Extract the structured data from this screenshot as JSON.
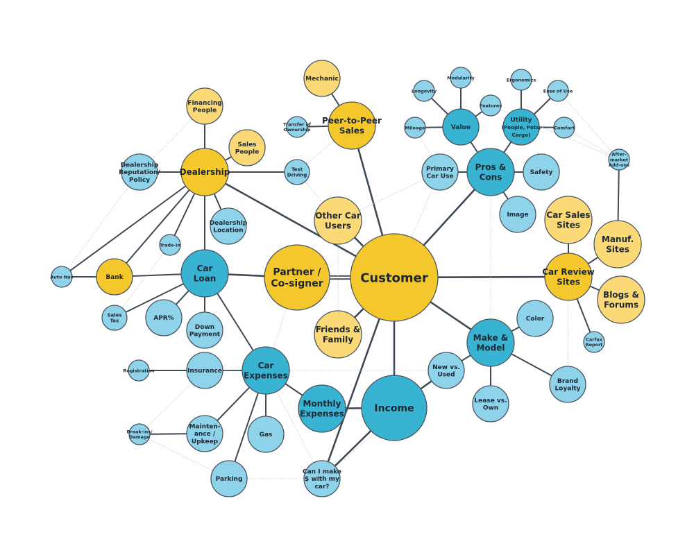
{
  "colors": {
    "yellow_dark": "#f4c72c",
    "yellow_light": "#fcd977",
    "blue_dark": "#39b3d2",
    "blue_light": "#8fd3ea",
    "edge": "#3e4954",
    "edge_dotted": "#b8bec4"
  },
  "nodes": [
    {
      "id": "customer",
      "text": [
        "Customer"
      ],
      "fill": "yellow_dark",
      "size": "xl"
    },
    {
      "id": "income",
      "text": [
        "Income"
      ],
      "fill": "blue_dark",
      "size": "l"
    },
    {
      "id": "partner",
      "text": [
        "Partner /",
        "Co-signer"
      ],
      "fill": "yellow_dark",
      "size": "l"
    },
    {
      "id": "dealership",
      "text": [
        "Dealership"
      ],
      "fill": "yellow_dark",
      "size": "m"
    },
    {
      "id": "bank",
      "text": [
        "Bank"
      ],
      "fill": "yellow_dark",
      "size": "s"
    },
    {
      "id": "autonav",
      "text": [
        "Auto Nav"
      ],
      "fill": "blue_light",
      "size": "xxs"
    },
    {
      "id": "carloan",
      "text": [
        "Car",
        "Loan"
      ],
      "fill": "blue_dark",
      "size": "m"
    },
    {
      "id": "tradein",
      "text": [
        "Trade-In"
      ],
      "fill": "blue_light",
      "size": "xxs"
    },
    {
      "id": "salestax",
      "text": [
        "Sales",
        "Tax"
      ],
      "fill": "blue_light",
      "size": "xs"
    },
    {
      "id": "apr",
      "text": [
        "APR%"
      ],
      "fill": "blue_light",
      "size": "s"
    },
    {
      "id": "downpay",
      "text": [
        "Down",
        "Payment"
      ],
      "fill": "blue_light",
      "size": "s"
    },
    {
      "id": "dealrep",
      "text": [
        "Dealership",
        "Reputation/",
        "Policy"
      ],
      "fill": "blue_light",
      "size": "s"
    },
    {
      "id": "financing",
      "text": [
        "Financing",
        "People"
      ],
      "fill": "yellow_light",
      "size": "s"
    },
    {
      "id": "salespeople",
      "text": [
        "Sales",
        "People"
      ],
      "fill": "yellow_light",
      "size": "s"
    },
    {
      "id": "testdriving",
      "text": [
        "Test",
        "Driving"
      ],
      "fill": "blue_light",
      "size": "xs"
    },
    {
      "id": "dealloc",
      "text": [
        "Dealership",
        "Location"
      ],
      "fill": "blue_light",
      "size": "s"
    },
    {
      "id": "mechanic",
      "text": [
        "Mechanic"
      ],
      "fill": "yellow_light",
      "size": "s"
    },
    {
      "id": "peer",
      "text": [
        "Peer-to-Peer",
        "Sales"
      ],
      "fill": "yellow_dark",
      "size": "m"
    },
    {
      "id": "transfer",
      "text": [
        "Transfer of",
        "Ownership"
      ],
      "fill": "blue_light",
      "size": "xxs"
    },
    {
      "id": "othercar",
      "text": [
        "Other Car",
        "Users"
      ],
      "fill": "yellow_light",
      "size": "m"
    },
    {
      "id": "friends",
      "text": [
        "Friends &",
        "Family"
      ],
      "fill": "yellow_light",
      "size": "m"
    },
    {
      "id": "prosandcons",
      "text": [
        "Pros &",
        "Cons"
      ],
      "fill": "blue_dark",
      "size": "m"
    },
    {
      "id": "value",
      "text": [
        "Value"
      ],
      "fill": "blue_dark",
      "size": "s"
    },
    {
      "id": "utility",
      "text": [
        "Utility",
        "(People, Pets,",
        "Cargo)"
      ],
      "fill": "blue_dark",
      "size": "s"
    },
    {
      "id": "longevity",
      "text": [
        "Longevity"
      ],
      "fill": "blue_light",
      "size": "xxs"
    },
    {
      "id": "modularity",
      "text": [
        "Modularity"
      ],
      "fill": "blue_light",
      "size": "xxs"
    },
    {
      "id": "features",
      "text": [
        "Features"
      ],
      "fill": "blue_light",
      "size": "xxs"
    },
    {
      "id": "ergonomics",
      "text": [
        "Ergonomics"
      ],
      "fill": "blue_light",
      "size": "xxs"
    },
    {
      "id": "easeofuse",
      "text": [
        "Ease of Use"
      ],
      "fill": "blue_light",
      "size": "xxs"
    },
    {
      "id": "mileage",
      "text": [
        "Mileage"
      ],
      "fill": "blue_light",
      "size": "xxs"
    },
    {
      "id": "comfort",
      "text": [
        "Comfort"
      ],
      "fill": "blue_light",
      "size": "xxs"
    },
    {
      "id": "primarycar",
      "text": [
        "Primary",
        "Car Use"
      ],
      "fill": "blue_light",
      "size": "s"
    },
    {
      "id": "safety",
      "text": [
        "Safety"
      ],
      "fill": "blue_light",
      "size": "s"
    },
    {
      "id": "image",
      "text": [
        "Image"
      ],
      "fill": "blue_light",
      "size": "s"
    },
    {
      "id": "aftermarket",
      "text": [
        "After-",
        "market",
        "Add-ons"
      ],
      "fill": "blue_light",
      "size": "xxs"
    },
    {
      "id": "carsales",
      "text": [
        "Car Sales",
        "Sites"
      ],
      "fill": "yellow_light",
      "size": "m"
    },
    {
      "id": "manuf",
      "text": [
        "Manuf.",
        "Sites"
      ],
      "fill": "yellow_light",
      "size": "m"
    },
    {
      "id": "carreview",
      "text": [
        "Car Review",
        "Sites"
      ],
      "fill": "yellow_dark",
      "size": "m"
    },
    {
      "id": "blogs",
      "text": [
        "Blogs &",
        "Forums"
      ],
      "fill": "yellow_light",
      "size": "m"
    },
    {
      "id": "carfax",
      "text": [
        "Carfax",
        "Report"
      ],
      "fill": "blue_light",
      "size": "xxs"
    },
    {
      "id": "makemodel",
      "text": [
        "Make &",
        "Model"
      ],
      "fill": "blue_dark",
      "size": "m"
    },
    {
      "id": "color",
      "text": [
        "Color"
      ],
      "fill": "blue_light",
      "size": "s"
    },
    {
      "id": "brandloyalty",
      "text": [
        "Brand",
        "Loyalty"
      ],
      "fill": "blue_light",
      "size": "s"
    },
    {
      "id": "newused",
      "text": [
        "New vs.",
        "Used"
      ],
      "fill": "blue_light",
      "size": "s"
    },
    {
      "id": "leaseown",
      "text": [
        "Lease vs.",
        "Own"
      ],
      "fill": "blue_light",
      "size": "s"
    },
    {
      "id": "carexpenses",
      "text": [
        "Car",
        "Expenses"
      ],
      "fill": "blue_dark",
      "size": "m"
    },
    {
      "id": "monthly",
      "text": [
        "Monthly",
        "Expenses"
      ],
      "fill": "blue_dark",
      "size": "m"
    },
    {
      "id": "insurance",
      "text": [
        "Insurance"
      ],
      "fill": "blue_light",
      "size": "s"
    },
    {
      "id": "registration",
      "text": [
        "Registration"
      ],
      "fill": "blue_light",
      "size": "xxs"
    },
    {
      "id": "maintenance",
      "text": [
        "Mainten-",
        "ance /",
        "Upkeep"
      ],
      "fill": "blue_light",
      "size": "s"
    },
    {
      "id": "breakins",
      "text": [
        "Break-ins/",
        "Damage"
      ],
      "fill": "blue_light",
      "size": "xxs"
    },
    {
      "id": "gas",
      "text": [
        "Gas"
      ],
      "fill": "blue_light",
      "size": "s"
    },
    {
      "id": "parking",
      "text": [
        "Parking"
      ],
      "fill": "blue_light",
      "size": "s"
    },
    {
      "id": "canimake",
      "text": [
        "Can I make",
        "$ with my",
        "car?"
      ],
      "fill": "blue_light",
      "size": "s"
    }
  ],
  "edges": [
    [
      "customer",
      "income",
      "strong"
    ],
    [
      "customer",
      "partner",
      "double"
    ],
    [
      "customer",
      "othercar",
      "strong"
    ],
    [
      "customer",
      "friends",
      "strong"
    ],
    [
      "customer",
      "peer",
      "strong"
    ],
    [
      "customer",
      "prosandcons",
      "strong"
    ],
    [
      "customer",
      "carreview",
      "strong"
    ],
    [
      "customer",
      "makemodel",
      "strong"
    ],
    [
      "customer",
      "dealership",
      "strong"
    ],
    [
      "partner",
      "carloan",
      "strong"
    ],
    [
      "dealership",
      "financing",
      "strong"
    ],
    [
      "dealership",
      "salespeople",
      "strong"
    ],
    [
      "dealership",
      "dealrep",
      "strong"
    ],
    [
      "dealership",
      "testdriving",
      "strong"
    ],
    [
      "dealership",
      "dealloc",
      "strong"
    ],
    [
      "dealership",
      "carloan",
      "strong"
    ],
    [
      "dealership",
      "bank",
      "strong"
    ],
    [
      "dealership",
      "autonav",
      "strong"
    ],
    [
      "dealership",
      "tradein",
      "strong"
    ],
    [
      "bank",
      "autonav",
      "strong"
    ],
    [
      "bank",
      "carloan",
      "strong"
    ],
    [
      "carloan",
      "salestax",
      "strong"
    ],
    [
      "carloan",
      "apr",
      "strong"
    ],
    [
      "carloan",
      "downpay",
      "strong"
    ],
    [
      "carloan",
      "carexpenses",
      "strong"
    ],
    [
      "peer",
      "mechanic",
      "strong"
    ],
    [
      "peer",
      "transfer",
      "strong"
    ],
    [
      "prosandcons",
      "value",
      "strong"
    ],
    [
      "prosandcons",
      "utility",
      "strong"
    ],
    [
      "prosandcons",
      "safety",
      "strong"
    ],
    [
      "prosandcons",
      "image",
      "strong"
    ],
    [
      "prosandcons",
      "primarycar",
      "strong"
    ],
    [
      "value",
      "longevity",
      "strong"
    ],
    [
      "value",
      "modularity",
      "strong"
    ],
    [
      "value",
      "features",
      "strong"
    ],
    [
      "value",
      "mileage",
      "strong"
    ],
    [
      "utility",
      "ergonomics",
      "strong"
    ],
    [
      "utility",
      "easeofuse",
      "strong"
    ],
    [
      "utility",
      "comfort",
      "strong"
    ],
    [
      "carreview",
      "carsales",
      "strong"
    ],
    [
      "carreview",
      "manuf",
      "strong"
    ],
    [
      "carreview",
      "blogs",
      "strong"
    ],
    [
      "carreview",
      "carfax",
      "strong"
    ],
    [
      "manuf",
      "aftermarket",
      "strong"
    ],
    [
      "makemodel",
      "color",
      "strong"
    ],
    [
      "makemodel",
      "brandloyalty",
      "strong"
    ],
    [
      "makemodel",
      "newused",
      "strong"
    ],
    [
      "makemodel",
      "leaseown",
      "strong"
    ],
    [
      "income",
      "newused",
      "strong"
    ],
    [
      "income",
      "monthly",
      "strong"
    ],
    [
      "income",
      "canimake",
      "strong"
    ],
    [
      "customer",
      "canimake",
      "strong"
    ],
    [
      "monthly",
      "carexpenses",
      "strong"
    ],
    [
      "carexpenses",
      "insurance",
      "strong"
    ],
    [
      "carexpenses",
      "maintenance",
      "strong"
    ],
    [
      "carexpenses",
      "gas",
      "strong"
    ],
    [
      "carexpenses",
      "parking",
      "strong"
    ],
    [
      "insurance",
      "registration",
      "strong"
    ],
    [
      "maintenance",
      "breakins",
      "strong"
    ],
    [
      "dealrep",
      "financing",
      "dotted"
    ],
    [
      "dealrep",
      "autonav",
      "dotted"
    ],
    [
      "peer",
      "testdriving",
      "dotted"
    ],
    [
      "testdriving",
      "othercar",
      "dotted"
    ],
    [
      "primarycar",
      "othercar",
      "dotted"
    ],
    [
      "primarycar",
      "mileage",
      "dotted"
    ],
    [
      "primarycar",
      "customer",
      "dotted"
    ],
    [
      "easeofuse",
      "aftermarket",
      "dotted"
    ],
    [
      "comfort",
      "aftermarket",
      "dotted"
    ],
    [
      "features",
      "aftermarket",
      "dotted"
    ],
    [
      "prosandcons",
      "makemodel",
      "dotted"
    ],
    [
      "carreview",
      "brandloyalty",
      "dotted"
    ],
    [
      "insurance",
      "newused",
      "dotted"
    ],
    [
      "breakins",
      "insurance",
      "dotted"
    ],
    [
      "breakins",
      "parking",
      "dotted"
    ],
    [
      "parking",
      "canimake",
      "dotted"
    ],
    [
      "carexpenses",
      "canimake",
      "dotted"
    ],
    [
      "partner",
      "carexpenses",
      "dotted"
    ],
    [
      "canimake",
      "newused",
      "dotted"
    ],
    [
      "friends",
      "othercar",
      "dotted"
    ],
    [
      "salestax",
      "tradein",
      "dotted"
    ]
  ]
}
